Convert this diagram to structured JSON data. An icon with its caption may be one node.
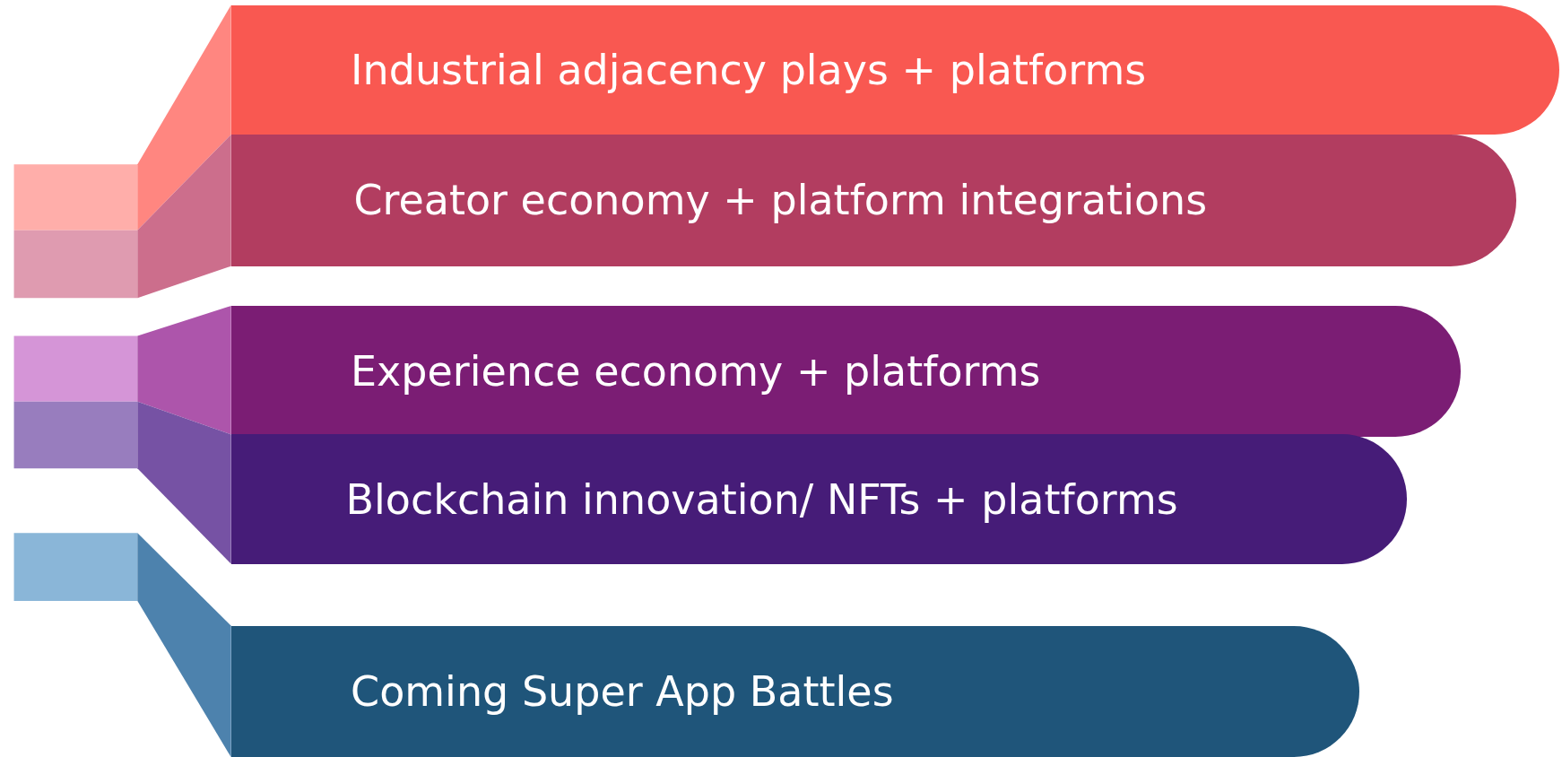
{
  "diagram": {
    "nodes": [
      {
        "text": [
          "Industrial adjacency plays + platforms"
        ]
      },
      {
        "text": [
          "Creator economy + platform integrations"
        ]
      },
      {
        "text": [
          "Experience economy + platforms"
        ]
      },
      {
        "text": [
          "Blockchain innovation/ NFTs + platforms"
        ]
      },
      {
        "text": [
          "Coming Super App Battles"
        ]
      }
    ]
  }
}
